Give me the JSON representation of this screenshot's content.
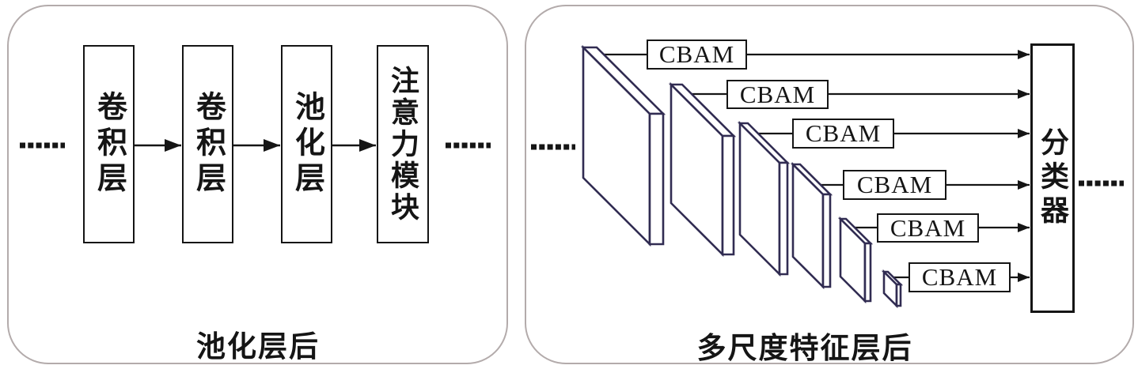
{
  "figure": {
    "left_panel": {
      "caption": "池化层后",
      "layers": [
        {
          "label": "卷积层"
        },
        {
          "label": "卷积层"
        },
        {
          "label": "池化层"
        },
        {
          "label": "注意力模块"
        }
      ]
    },
    "right_panel": {
      "caption": "多尺度特征层后",
      "classifier_label": "分类器",
      "cbam": [
        "CBAM",
        "CBAM",
        "CBAM",
        "CBAM",
        "CBAM",
        "CBAM"
      ]
    },
    "colors": {
      "ink": "#151515",
      "slab_stroke": "#312c52",
      "panel_border": "#b3abab",
      "background": "#ffffff"
    }
  }
}
